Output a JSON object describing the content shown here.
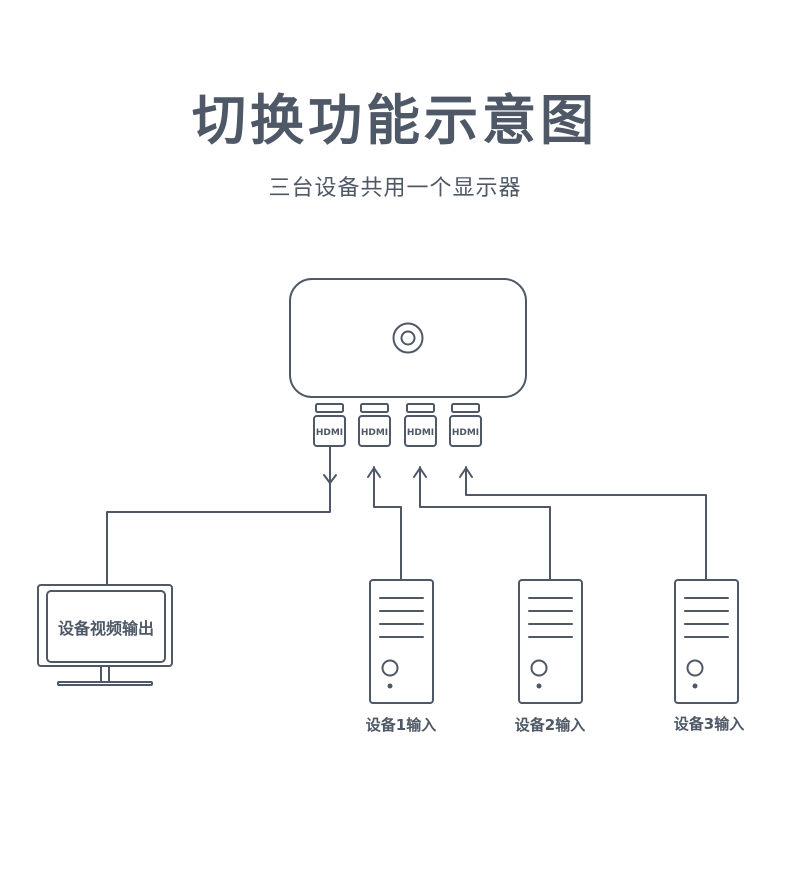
{
  "title": "切换功能示意图",
  "subtitle": "三台设备共用一个显示器",
  "ports": [
    "HDMI",
    "HDMI",
    "HDMI",
    "HDMI"
  ],
  "monitor_label": "设备视频输出",
  "devices": [
    {
      "label": "设备1输入"
    },
    {
      "label": "设备2输入"
    },
    {
      "label": "设备3输入"
    }
  ],
  "colors": {
    "stroke": "#4e5866",
    "text": "#4e5866",
    "background": "#ffffff"
  }
}
